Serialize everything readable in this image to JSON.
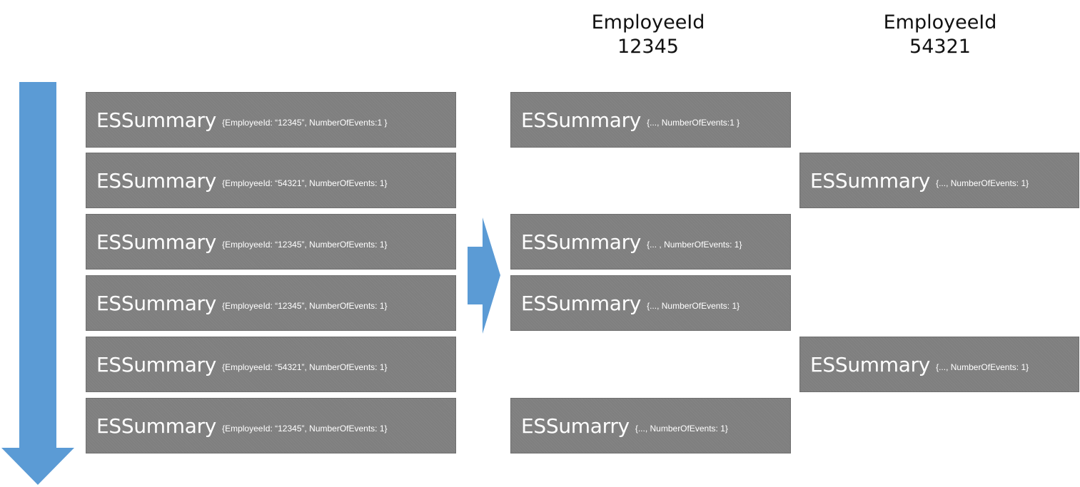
{
  "colors": {
    "box_fill": "#7f7f7f",
    "box_text": "#ffffff",
    "arrow_fill": "#5b9bd5",
    "header_text": "#111111"
  },
  "headers": [
    {
      "line1": "EmployeeId",
      "line2": "12345"
    },
    {
      "line1": "EmployeeId",
      "line2": "54321"
    }
  ],
  "input_stream": [
    {
      "title": "ESSummary",
      "detail": "{EmployeeId: “12345”, NumberOfEvents:1 }"
    },
    {
      "title": "ESSummary",
      "detail": "{EmployeeId: “54321”, NumberOfEvents: 1}"
    },
    {
      "title": "ESSummary",
      "detail": "{EmployeeId: “12345”, NumberOfEvents: 1}"
    },
    {
      "title": "ESSummary",
      "detail": "{EmployeeId: “12345”, NumberOfEvents: 1}"
    },
    {
      "title": "ESSummary",
      "detail": "{EmployeeId: “54321”, NumberOfEvents: 1}"
    },
    {
      "title": "ESSummary",
      "detail": "{EmployeeId: “12345”,  NumberOfEvents: 1}"
    }
  ],
  "partition_12345": [
    {
      "title": "ESSummary",
      "detail": "{..., NumberOfEvents:1 }"
    },
    {
      "title": "ESSummary",
      "detail": "{... , NumberOfEvents: 1}"
    },
    {
      "title": "ESSummary",
      "detail": "{..., NumberOfEvents: 1}"
    },
    {
      "title": "ESSumarry",
      "detail": "{...,  NumberOfEvents: 1}"
    }
  ],
  "partition_54321": [
    {
      "title": "ESSummary",
      "detail": "{..., NumberOfEvents: 1}"
    },
    {
      "title": "ESSummary",
      "detail": "{..., NumberOfEvents: 1}"
    }
  ]
}
